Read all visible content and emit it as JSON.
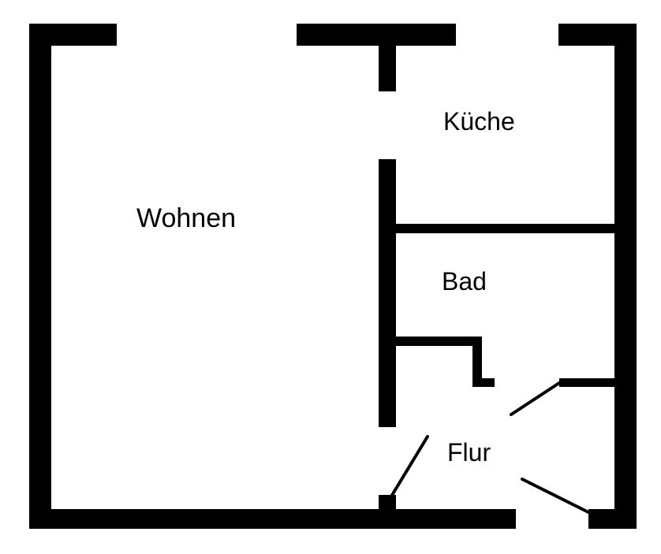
{
  "floor_plan": {
    "wall_color": "#000000",
    "background_color": "#ffffff",
    "rooms": {
      "wohnen": "Wohnen",
      "kueche": "Küche",
      "bad": "Bad",
      "flur": "Flur"
    }
  }
}
